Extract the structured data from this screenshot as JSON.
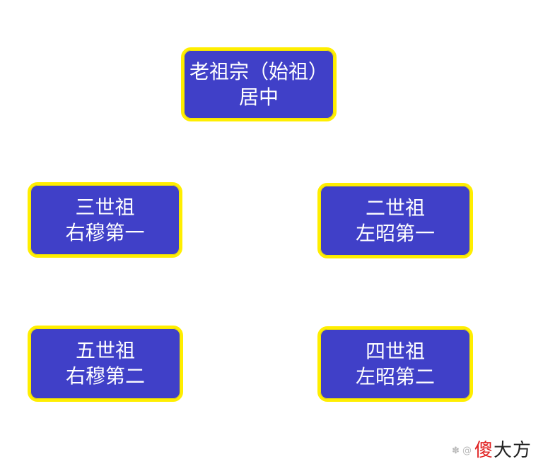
{
  "diagram": {
    "colors": {
      "box_fill": "#4040c8",
      "box_border": "#ffee00",
      "text": "#ffffff"
    },
    "nodes": {
      "root": {
        "line1": "老祖宗（始祖）",
        "line2": "居中"
      },
      "left_1": {
        "line1": "三世祖",
        "line2": "右穆第一"
      },
      "right_1": {
        "line1": "二世祖",
        "line2": "左昭第一"
      },
      "left_2": {
        "line1": "五世祖",
        "line2": "右穆第二"
      },
      "right_2": {
        "line1": "四世祖",
        "line2": "左昭第二"
      }
    }
  },
  "watermark": {
    "brand_char_1": "傻",
    "brand_rest": "大方",
    "brand_color": "#e02020"
  }
}
